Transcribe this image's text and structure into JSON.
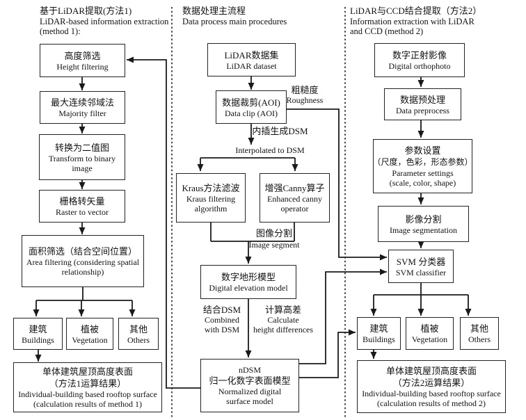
{
  "figure": {
    "left": {
      "header": [
        "基于LiDAR提取(方法1)",
        "LiDAR-based information extraction",
        "(method 1):"
      ],
      "boxes": {
        "height_filtering": [
          "高度筛选",
          "Height filtering"
        ],
        "majority_filter": [
          "最大连续邻域法",
          "Majority filter"
        ],
        "binary_image": [
          "转换为二值图",
          "Transform to binary",
          "image"
        ],
        "raster_to_vector": [
          "栅格转矢量",
          "Raster to vector"
        ],
        "area_filtering": [
          "面积筛选（结合空间位置）",
          "Area filtering (considering spatial",
          "relationship)"
        ],
        "buildings": [
          "建筑",
          "Buildings"
        ],
        "vegetation": [
          "植被",
          "Vegetation"
        ],
        "others": [
          "其他",
          "Others"
        ],
        "result": [
          "单体建筑屋顶高度表面",
          "（方法1运算结果）",
          "Individual-building based rooftop surface",
          "(calculation results of method 1)"
        ]
      }
    },
    "middle": {
      "header": [
        "数据处理主流程",
        "Data process main procedures"
      ],
      "boxes": {
        "lidar_dataset": [
          "LiDAR数据集",
          "LiDAR dataset"
        ],
        "data_clip": [
          "数据裁剪(AOI)",
          "Data clip (AOI)"
        ],
        "kraus": [
          "Kraus方法滤波",
          "Kraus filtering",
          "algorithm"
        ],
        "canny": [
          "增强Canny算子",
          "Enhanced canny",
          "operator"
        ],
        "dem": [
          "数字地形模型",
          "Digital elevation model"
        ],
        "ndsm": [
          "nDSM",
          "归一化数字表面模型",
          "Normalized digital",
          "surface model"
        ]
      },
      "labels": {
        "roughness": [
          "粗糙度",
          "Roughness"
        ],
        "interpolated_cn": "内插生成DSM",
        "interpolated_en": "Interpolated to DSM",
        "image_segment_cn": "图像分割",
        "image_segment_en": "Image segment",
        "combined_dsm": [
          "结合DSM",
          "Combined",
          "with DSM"
        ],
        "calc_height": [
          "计算高差",
          "Calculate",
          "height differences"
        ]
      }
    },
    "right": {
      "header": [
        "LiDAR与CCD结合提取（方法2）",
        "Information extraction with LiDAR",
        "and CCD (method 2)"
      ],
      "boxes": {
        "orthophoto": [
          "数字正射影像",
          "Digital orthophoto"
        ],
        "preprocess": [
          "数据预处理",
          "Data preprocess"
        ],
        "param_settings": [
          "参数设置",
          "（尺度，色彩，形态参数）",
          "Parameter settings",
          "(scale, color, shape)"
        ],
        "image_segmentation": [
          "影像分割",
          "Image segmentation"
        ],
        "svm": [
          "SVM 分类器",
          "SVM classifier"
        ],
        "buildings": [
          "建筑",
          "Buildings"
        ],
        "vegetation": [
          "植被",
          "Vegetation"
        ],
        "others": [
          "其他",
          "Others"
        ],
        "result": [
          "单体建筑屋顶高度表面",
          "（方法2运算结果）",
          "Individual-building based rooftop surface",
          "(calculation results of method 2)"
        ]
      }
    },
    "colors": {
      "line": "#1a1a1a",
      "divider": "#4a4a4a",
      "background": "#ffffff",
      "text": "#111111"
    }
  }
}
